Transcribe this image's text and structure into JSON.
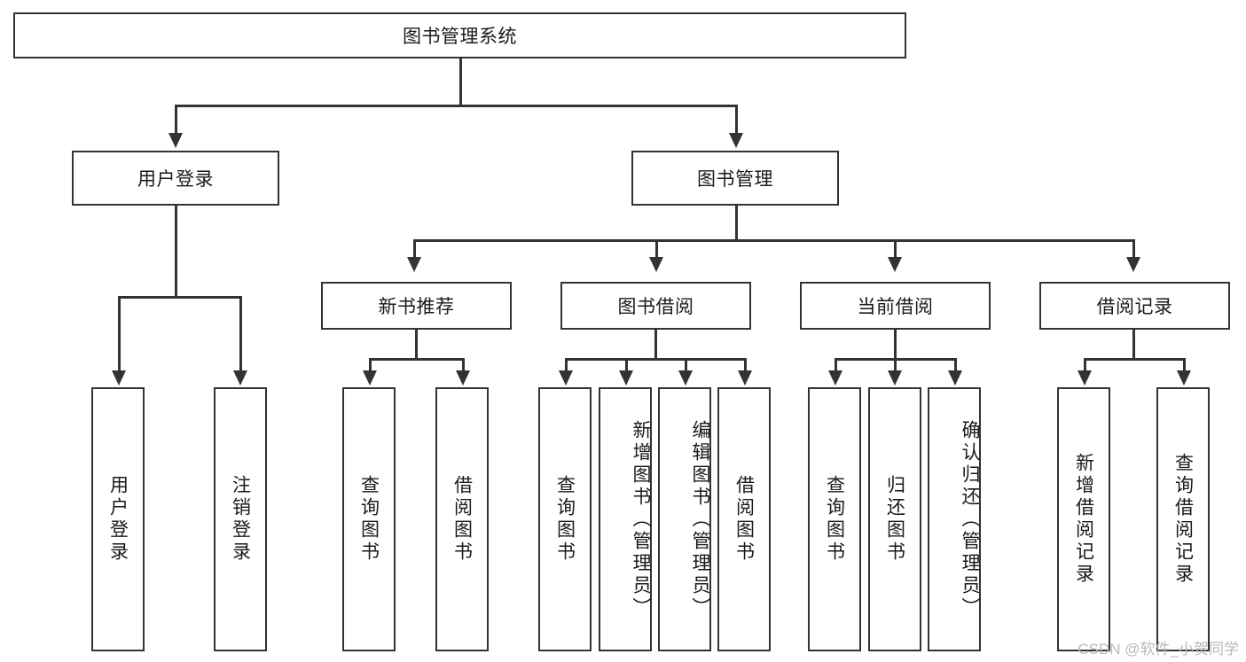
{
  "diagram": {
    "type": "hierarchy-tree",
    "title": "图书管理系统",
    "root": {
      "label": "图书管理系统",
      "orientation": "horizontal"
    },
    "level2": [
      {
        "label": "用户登录",
        "orientation": "horizontal"
      },
      {
        "label": "图书管理",
        "orientation": "horizontal"
      }
    ],
    "level3": [
      {
        "label": "新书推荐",
        "orientation": "horizontal",
        "parent": "图书管理"
      },
      {
        "label": "图书借阅",
        "orientation": "horizontal",
        "parent": "图书管理"
      },
      {
        "label": "当前借阅",
        "orientation": "horizontal",
        "parent": "图书管理"
      },
      {
        "label": "借阅记录",
        "orientation": "horizontal",
        "parent": "图书管理"
      }
    ],
    "leaves": {
      "user_login": [
        {
          "label": "用户登录",
          "orientation": "vertical"
        },
        {
          "label": "注销登录",
          "orientation": "vertical"
        }
      ],
      "new_book_recommend": [
        {
          "label": "查询图书",
          "orientation": "vertical"
        },
        {
          "label": "借阅图书",
          "orientation": "vertical"
        }
      ],
      "book_borrow": [
        {
          "label": "查询图书",
          "orientation": "vertical"
        },
        {
          "label": "新增图书（管理员）",
          "orientation": "vertical"
        },
        {
          "label": "编辑图书（管理员）",
          "orientation": "vertical"
        },
        {
          "label": "借阅图书",
          "orientation": "vertical"
        }
      ],
      "current_borrow": [
        {
          "label": "查询图书",
          "orientation": "vertical"
        },
        {
          "label": "归还图书",
          "orientation": "vertical"
        },
        {
          "label": "确认归还（管理员）",
          "orientation": "vertical"
        }
      ],
      "borrow_record": [
        {
          "label": "新增借阅记录",
          "orientation": "vertical"
        },
        {
          "label": "查询借阅记录",
          "orientation": "vertical"
        }
      ]
    }
  },
  "colors": {
    "line": "#333333",
    "box_fill": "#ffffff",
    "text": "#1a1a1a",
    "watermark": "#b9b9b9",
    "background": "#ffffff"
  },
  "watermark": {
    "text": "CSDN @软件_小贺同学"
  }
}
